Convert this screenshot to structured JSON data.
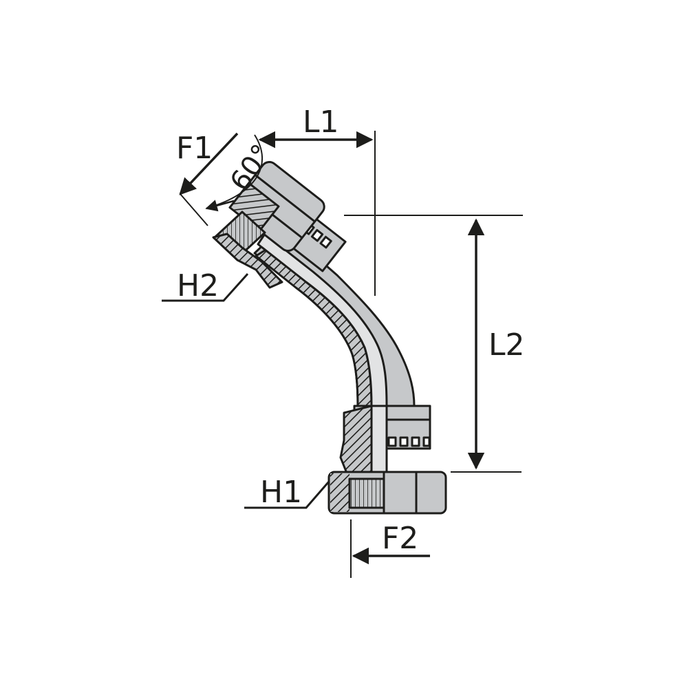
{
  "labels": {
    "f1": "F1",
    "f2": "F2",
    "l1": "L1",
    "l2": "L2",
    "h1": "H1",
    "h2": "H2",
    "angle": "60°"
  },
  "colors": {
    "ink": "#1d1d1b",
    "metal": "#c6c8ca",
    "metal_dark": "#a9acae",
    "metal_light": "#e2e3e4",
    "background": "#ffffff"
  }
}
